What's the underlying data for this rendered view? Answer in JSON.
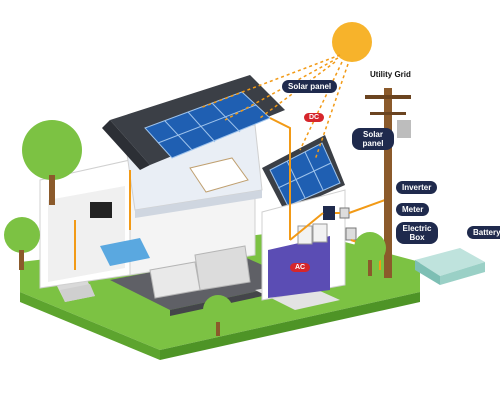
{
  "labels": {
    "utility_grid": "Utility Grid",
    "solar_panel_top": "Solar panel",
    "solar_panel_right": "Solar panel",
    "inverter": "Inverter",
    "meter": "Meter",
    "electric_box": "Electric Box",
    "battery": "Battery",
    "dc": "DC",
    "ac": "AC"
  },
  "colors": {
    "wire": "#f29a16",
    "roof": "#3b3f46",
    "panel": "#1f5fb2",
    "wall": "#ffffff",
    "grass": "#7cc243",
    "sun": "#f7b32b",
    "callout_bg": "#1f2a4d",
    "dc_ac_badge": "#d6262b"
  }
}
